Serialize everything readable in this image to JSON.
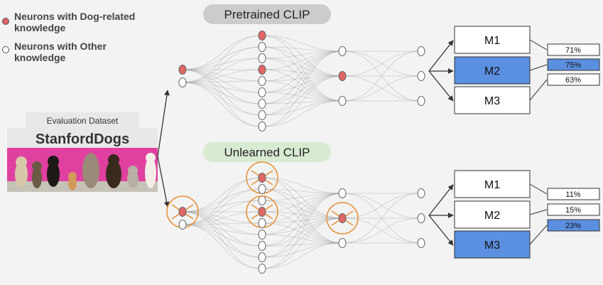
{
  "legend": {
    "dog": "Neurons with Dog-related knowledge",
    "dog_line1": "Neurons with Dog-related",
    "dog_line2": "knowledge",
    "other": "Neurons with Other knowledge",
    "other_line1": "Neurons with Other",
    "other_line2": "knowledge"
  },
  "dataset": {
    "caption": "Evaluation Dataset",
    "name": "StanfordDogs"
  },
  "pretrained": {
    "title": "Pretrained CLIP",
    "models": [
      {
        "label": "M1",
        "score": "71%",
        "highlight": false
      },
      {
        "label": "M2",
        "score": "75%",
        "highlight": true
      },
      {
        "label": "M3",
        "score": "63%",
        "highlight": false
      }
    ]
  },
  "unlearned": {
    "title": "Unlearned CLIP",
    "models": [
      {
        "label": "M1",
        "score": "11%",
        "highlight": false
      },
      {
        "label": "M2",
        "score": "15%",
        "highlight": false
      },
      {
        "label": "M3",
        "score": "23%",
        "highlight": true
      }
    ]
  },
  "colors": {
    "dog_neuron": "#e06666",
    "other_neuron": "#ffffff",
    "highlight": "#5b8fe0",
    "pretrained_pill": "#cccccc",
    "unlearned_pill": "#d9ead3",
    "cross_ring": "#e69138",
    "photo_bg": "#e040a0"
  }
}
